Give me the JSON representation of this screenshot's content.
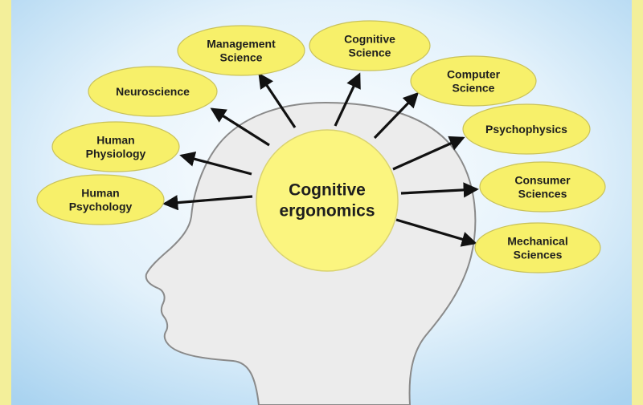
{
  "diagram": {
    "center": {
      "lines": [
        "Cognitive",
        "ergonomics"
      ],
      "fill": "#fbf57f"
    },
    "node_fill": "#f7f06a",
    "node_stroke": "#c9c25a",
    "arrow_color": "#111111",
    "background_inner": "#ffffff",
    "background_outer": "#a9d3f0",
    "frame_color": "#f3ef9a",
    "head_fill": "#ececec",
    "head_stroke": "#8a8a8a",
    "nodes": [
      {
        "id": "management-science",
        "lines": [
          "Management",
          "Science"
        ]
      },
      {
        "id": "cognitive-science",
        "lines": [
          "Cognitive",
          "Science"
        ]
      },
      {
        "id": "neuroscience",
        "lines": [
          "Neuroscience"
        ]
      },
      {
        "id": "computer-science",
        "lines": [
          "Computer",
          "Science"
        ]
      },
      {
        "id": "human-physiology",
        "lines": [
          "Human",
          "Physiology"
        ]
      },
      {
        "id": "psychophysics",
        "lines": [
          "Psychophysics"
        ]
      },
      {
        "id": "human-psychology",
        "lines": [
          "Human",
          "Psychology"
        ]
      },
      {
        "id": "consumer-sciences",
        "lines": [
          "Consumer",
          "Sciences"
        ]
      },
      {
        "id": "mechanical-sciences",
        "lines": [
          "Mechanical",
          "Sciences"
        ]
      }
    ]
  }
}
